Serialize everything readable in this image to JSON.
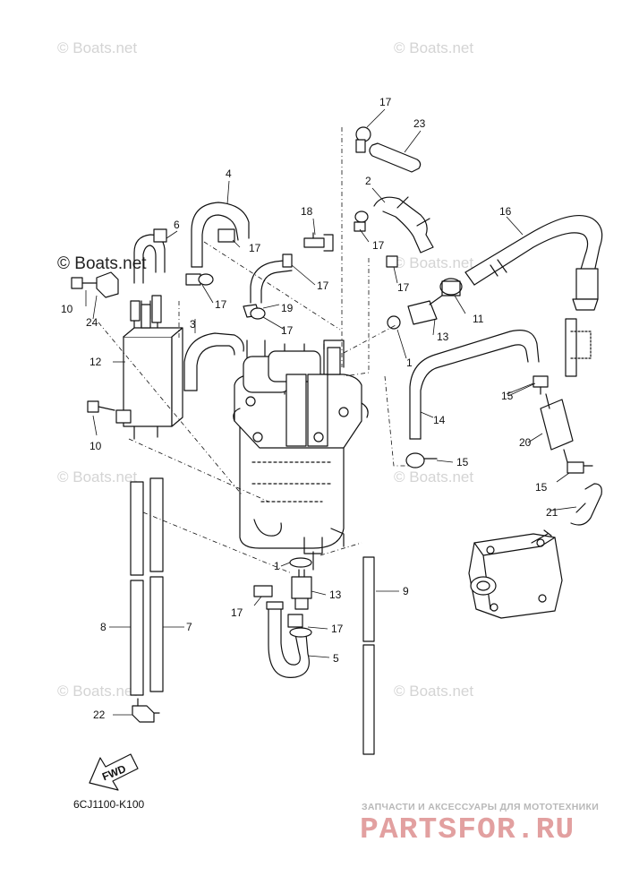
{
  "watermarks": {
    "top_left": "© Boats.net",
    "top_right": "© Boats.net",
    "left_dark": "© Boats.net",
    "mid_right": "© Boats.net",
    "mid_left": "© Boats.net",
    "mid_right2": "© Boats.net",
    "low_left": "© Boats.net",
    "low_right": "© Boats.net"
  },
  "diagram_code": "6CJ1100-K100",
  "fwd_label": "FWD",
  "brand": {
    "subtitle": "ЗАПЧАСТИ И АКСЕССУАРЫ ДЛЯ МОТОТЕХНИКИ",
    "name": "PARTSFOR.RU"
  },
  "callouts": [
    {
      "id": "c17a",
      "label": "17"
    },
    {
      "id": "c23",
      "label": "23"
    },
    {
      "id": "c2",
      "label": "2"
    },
    {
      "id": "c4",
      "label": "4"
    },
    {
      "id": "c16",
      "label": "16"
    },
    {
      "id": "c6",
      "label": "6"
    },
    {
      "id": "c18",
      "label": "18"
    },
    {
      "id": "c17b",
      "label": "17"
    },
    {
      "id": "c17c",
      "label": "17"
    },
    {
      "id": "c17d",
      "label": "17"
    },
    {
      "id": "c17e",
      "label": "17"
    },
    {
      "id": "c10a",
      "label": "10"
    },
    {
      "id": "c24",
      "label": "24"
    },
    {
      "id": "c17f",
      "label": "17"
    },
    {
      "id": "c19",
      "label": "19"
    },
    {
      "id": "c11",
      "label": "11"
    },
    {
      "id": "c17g",
      "label": "17"
    },
    {
      "id": "c3",
      "label": "3"
    },
    {
      "id": "c13a",
      "label": "13"
    },
    {
      "id": "c12",
      "label": "12"
    },
    {
      "id": "c1a",
      "label": "1"
    },
    {
      "id": "c15a",
      "label": "15"
    },
    {
      "id": "c14",
      "label": "14"
    },
    {
      "id": "c10b",
      "label": "10"
    },
    {
      "id": "c20",
      "label": "20"
    },
    {
      "id": "c15b",
      "label": "15"
    },
    {
      "id": "c15c",
      "label": "15"
    },
    {
      "id": "c21",
      "label": "21"
    },
    {
      "id": "c1b",
      "label": "1"
    },
    {
      "id": "c9",
      "label": "9"
    },
    {
      "id": "c13b",
      "label": "13"
    },
    {
      "id": "c17h",
      "label": "17"
    },
    {
      "id": "c17i",
      "label": "17"
    },
    {
      "id": "c8",
      "label": "8"
    },
    {
      "id": "c7",
      "label": "7"
    },
    {
      "id": "c5",
      "label": "5"
    },
    {
      "id": "c22",
      "label": "22"
    }
  ]
}
